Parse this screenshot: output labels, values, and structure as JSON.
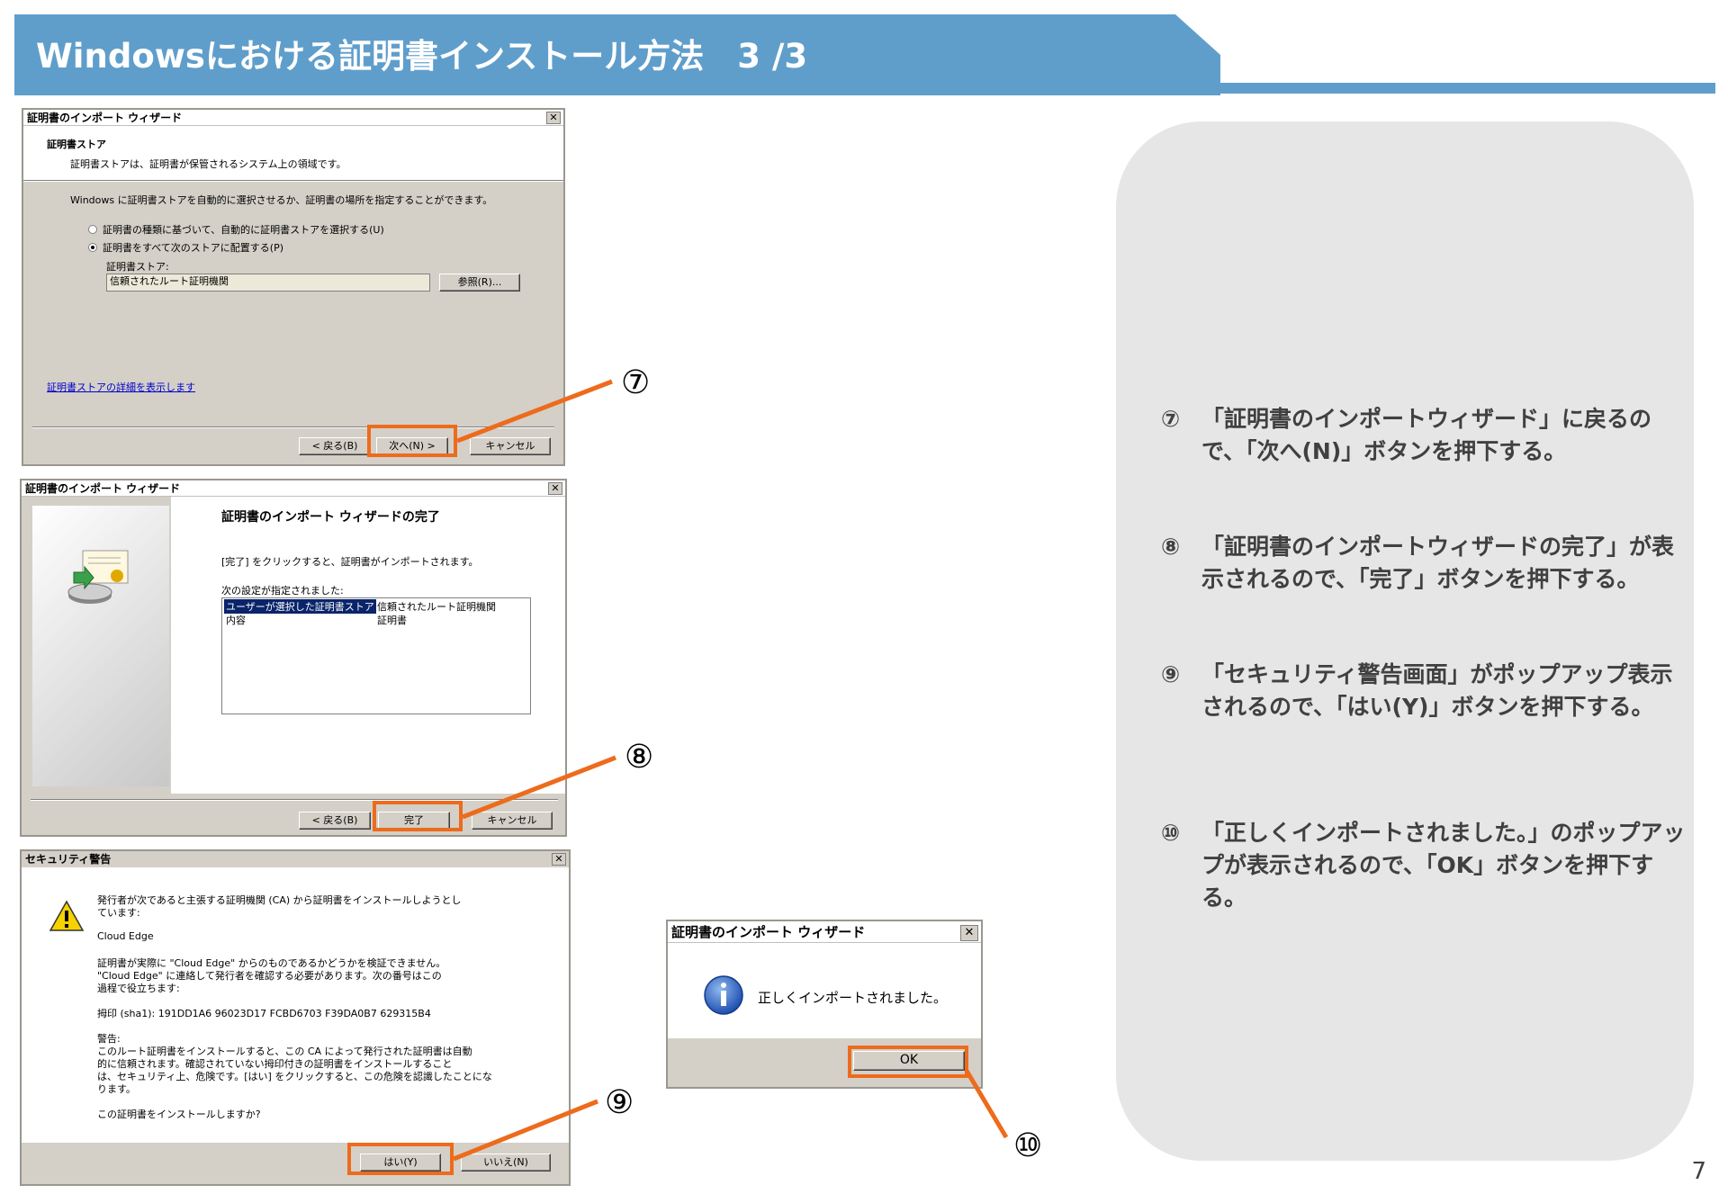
{
  "title": "Windowsにおける証明書インストール方法　3 /3",
  "page_number": "7",
  "colors": {
    "banner": "#5f9ecb",
    "highlight": "#ed6b1c",
    "panel": "#e6e6e6"
  },
  "dialog1": {
    "title": "証明書のインポート ウィザード",
    "heading": "証明書ストア",
    "subheading": "証明書ストアは、証明書が保管されるシステム上の領域です。",
    "instruction": "Windows に証明書ストアを自動的に選択させるか、証明書の場所を指定することができます。",
    "radio_auto": "証明書の種類に基づいて、自動的に証明書ストアを選択する(U)",
    "radio_manual": "証明書をすべて次のストアに配置する(P)",
    "store_label": "証明書ストア:",
    "store_value": "信頼されたルート証明機関",
    "browse": "参照(R)...",
    "link": "証明書ストアの詳細を表示します",
    "back": "< 戻る(B)",
    "next": "次へ(N) >",
    "cancel": "キャンセル"
  },
  "dialog2": {
    "title": "証明書のインポート ウィザード",
    "heading": "証明書のインポート ウィザードの完了",
    "desc": "[完了] をクリックすると、証明書がインポートされます。",
    "settings_label": "次の設定が指定されました:",
    "rows": [
      {
        "k": "ユーザーが選択した証明書ストア",
        "v": "信頼されたルート証明機関"
      },
      {
        "k": "内容",
        "v": "証明書"
      }
    ],
    "back": "< 戻る(B)",
    "finish": "完了",
    "cancel": "キャンセル"
  },
  "dialog3": {
    "title": "セキュリティ警告",
    "p1a": "発行者が次であると主張する証明機関 (CA) から証明書をインストールしようとし",
    "p1b": "ています:",
    "ca_name": "Cloud Edge",
    "p2a": "証明書が実際に \"Cloud Edge\" からのものであるかどうかを検証できません。",
    "p2b": "\"Cloud Edge\" に連絡して発行者を確認する必要があります。次の番号はこの",
    "p2c": "過程で役立ちます:",
    "thumbprint": "拇印 (sha1): 191DD1A6 96023D17 FCBD6703 F39DA0B7 629315B4",
    "warn_label": "警告:",
    "w1": "このルート証明書をインストールすると、この CA によって発行された証明書は自動",
    "w2": "的に信頼されます。確認されていない拇印付きの証明書をインストールすること",
    "w3": "は、セキュリティ上、危険です。[はい] をクリックすると、この危険を認識したことにな",
    "w4": "ります。",
    "question": "この証明書をインストールしますか?",
    "yes": "はい(Y)",
    "no": "いいえ(N)"
  },
  "dialog4": {
    "title": "証明書のインポート ウィザード",
    "message": "正しくインポートされました。",
    "ok": "OK"
  },
  "markers": {
    "m7": "⑦",
    "m8": "⑧",
    "m9": "⑨",
    "m10": "⑩"
  },
  "steps": [
    {
      "num": "⑦",
      "text": "「証明書のインポートウィザード」に戻るので、「次へ(N)」ボタンを押下する。"
    },
    {
      "num": "⑧",
      "text": "「証明書のインポートウィザードの完了」が表示されるので、「完了」ボタンを押下する。"
    },
    {
      "num": "⑨",
      "text": "「セキュリティ警告画面」がポップアップ表示されるので、「はい(Y)」ボタンを押下する。"
    },
    {
      "num": "⑩",
      "text": "「正しくインポートされました。」のポップアップが表示されるので、「OK」ボタンを押下する。"
    }
  ]
}
